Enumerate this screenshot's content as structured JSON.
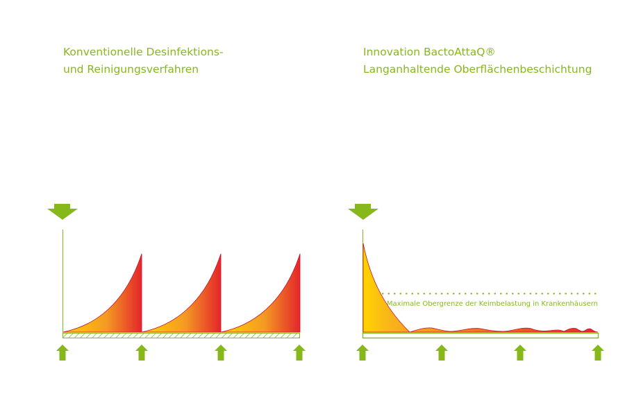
{
  "left_panel": {
    "title_lines": [
      "Konventionelle Desinfektions-",
      "und Reinigungsverfahren"
    ],
    "cycles": 3,
    "cleaning_events": 4
  },
  "right_panel": {
    "title_lines": [
      "Innovation BactoAttaQ®",
      "Langanhaltende Oberflächenbeschichtung"
    ],
    "limit_label": "Maximale Obergrenze der Keimbelastung in Krankenhäusern",
    "cleaning_events": 4
  },
  "colors": {
    "accent_green": "#86b81b",
    "gradient_start": "#ffd400",
    "gradient_mid": "#f49a23",
    "gradient_end": "#e3262a",
    "curve_stroke": "#c8102e"
  },
  "icons": [
    "arrow-down-icon",
    "arrow-up-icon"
  ]
}
